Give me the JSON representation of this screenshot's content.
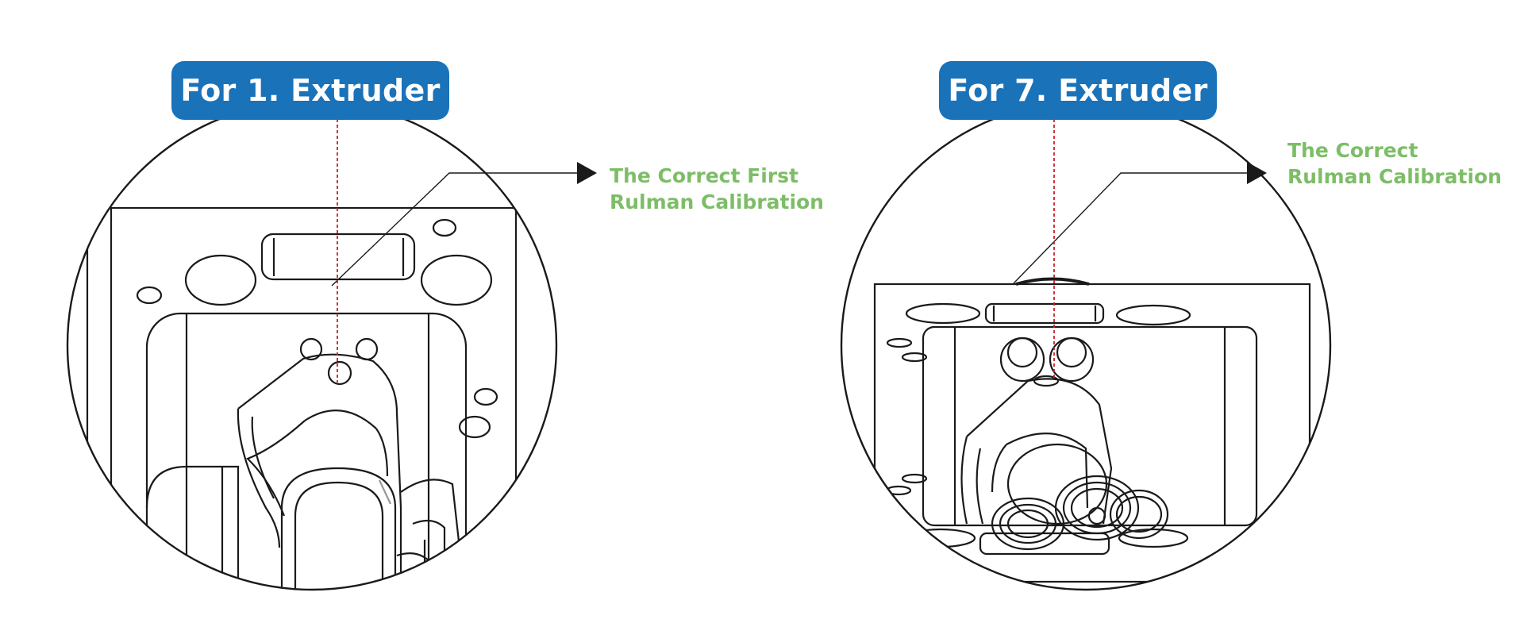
{
  "colors": {
    "badge": "#1a72b9",
    "callout": "#7ebd68",
    "guide": "#c8202a",
    "stroke": "#1a1a1a"
  },
  "diagrams": [
    {
      "title": "For 1. Extruder",
      "callout": [
        "The Correct First",
        "Rulman Calibration"
      ]
    },
    {
      "title": "For 7. Extruder",
      "callout": [
        "The Correct",
        "Rulman Calibration"
      ]
    }
  ]
}
